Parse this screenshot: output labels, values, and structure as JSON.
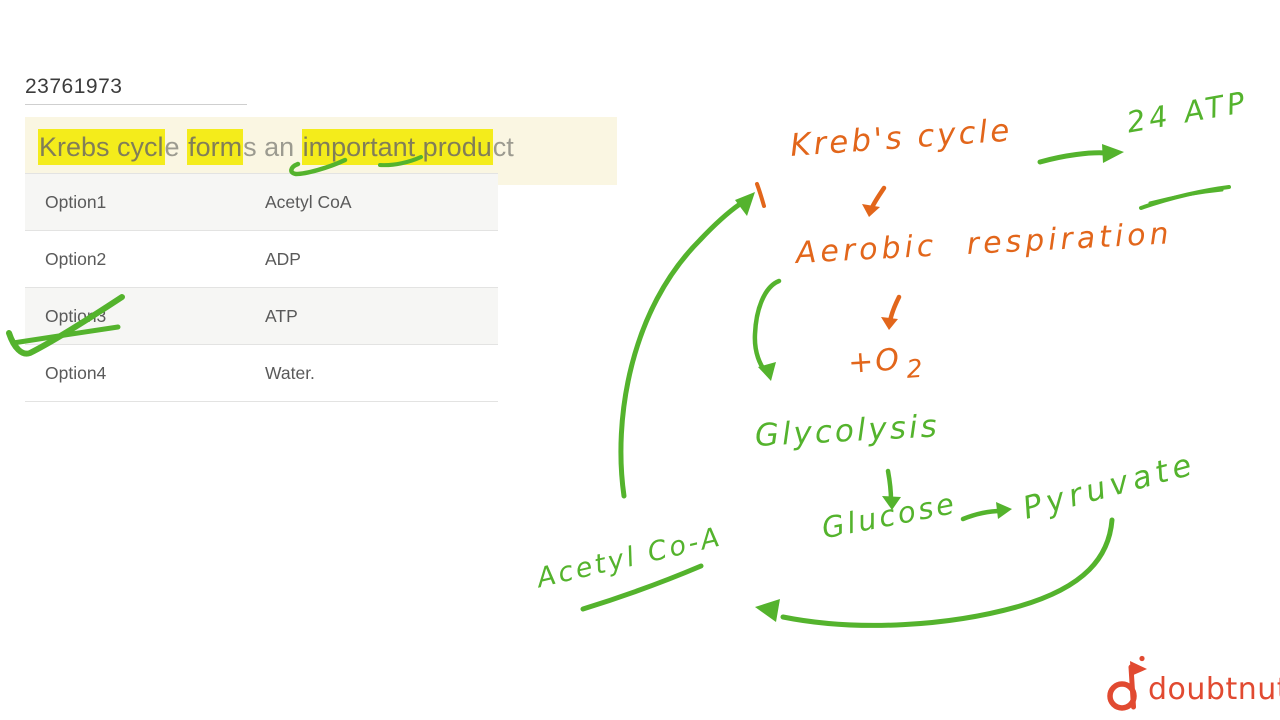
{
  "page": {
    "id_label": "23761973"
  },
  "question": {
    "full_text": "Krebs cycle forms an important product",
    "segments": [
      {
        "text": "Krebs cycl",
        "highlight": true
      },
      {
        "text": "e ",
        "highlight": false
      },
      {
        "text": "form",
        "highlight": true
      },
      {
        "text": "s an ",
        "highlight": false
      },
      {
        "text": "important produ",
        "highlight": true
      },
      {
        "text": "ct",
        "highlight": false
      }
    ]
  },
  "options": [
    {
      "label": "Option1",
      "value": "Acetyl CoA"
    },
    {
      "label": "Option2",
      "value": "ADP"
    },
    {
      "label": "Option3",
      "value": "ATP"
    },
    {
      "label": "Option4",
      "value": "Water."
    }
  ],
  "annotations": {
    "krebs_cycle": "Kreb's cycle",
    "atp_24": "24 ATP",
    "aerobic_respiration": "Aerobic respiration",
    "o2_main": "+O",
    "o2_sub": "2",
    "glycolysis": "Glycolysis",
    "glucose": "Glucose",
    "pyruvate": "Pyruvate",
    "acetyl_coa": "Acetyl Co-A",
    "marked_answer": "Option3"
  },
  "branding": {
    "logo_text": "doubtnut"
  },
  "colors": {
    "highlight_yellow": "#f4ec1b",
    "question_bg": "#faf6e2",
    "ink_green": "#54b32d",
    "ink_orange": "#e2661b",
    "brand_red": "#e14a31"
  }
}
